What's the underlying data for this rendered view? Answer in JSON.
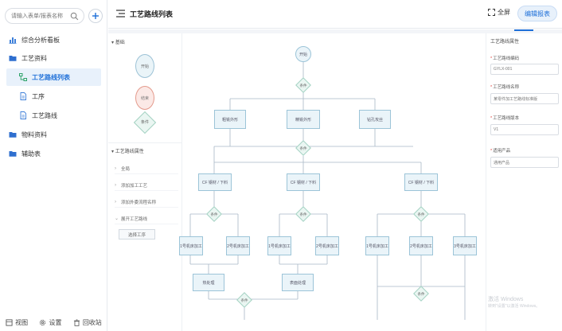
{
  "sidebar": {
    "search": {
      "placeholder": "请输入表单/报表名称"
    },
    "items": [
      {
        "label": "综合分析看板",
        "icon": "bar-chart-icon"
      },
      {
        "label": "工艺资料",
        "icon": "folder-icon"
      },
      {
        "label": "工艺路线列表",
        "icon": "flow-icon",
        "active": true
      },
      {
        "label": "工序",
        "icon": "document-icon"
      },
      {
        "label": "工艺路线",
        "icon": "document-icon"
      },
      {
        "label": "物料资料",
        "icon": "folder-icon"
      },
      {
        "label": "辅助表",
        "icon": "folder-icon"
      }
    ],
    "bottom": [
      {
        "label": "视图",
        "icon": "view-icon"
      },
      {
        "label": "设置",
        "icon": "gear-icon"
      },
      {
        "label": "回收站",
        "icon": "trash-icon"
      }
    ]
  },
  "header": {
    "title": "工艺路线列表",
    "fullscreen_label": "全屏",
    "edit_label": "编辑报表"
  },
  "colors": {
    "accent": "#1d6fd8",
    "active_bg": "#e8f1fb",
    "node_fill": "#eaf4f9",
    "node_stroke": "#9cc4d8",
    "end_fill": "#fbe9e6",
    "end_stroke": "#e49a8c",
    "cond_fill": "#eaf6f2"
  },
  "palette": {
    "head": "基础",
    "shapes": {
      "start": "开始",
      "end": "结束",
      "condition": "条件"
    },
    "group_head": "工艺路线属性",
    "rows": [
      "全局",
      "添加加工工艺",
      "添加外委流程名称",
      "展开工艺路线"
    ],
    "button": "选择工序"
  },
  "graph": {
    "start": "开始",
    "cond": "条件",
    "level1": [
      "粗铣外形",
      "精铣外形",
      "钻孔攻丝"
    ],
    "level2": [
      "CF 钢材 / 下料",
      "CF 钢材 / 下料",
      "CF 钢材 / 下料"
    ],
    "level3": [
      "1号机床加工",
      "2号机床加工",
      "1号机床加工",
      "2号机床加工",
      "1号机床加工",
      "2号机床加工",
      "3号机床加工"
    ],
    "level4": [
      "热处理",
      "表面处理"
    ]
  },
  "props": {
    "title": "工艺路线属性",
    "fields": [
      {
        "label": "工艺路线编码",
        "value": "GYLX-001"
      },
      {
        "label": "工艺路线名称",
        "value": "某零件加工艺路线标准版"
      },
      {
        "label": "工艺路线版本",
        "value": "V1"
      },
      {
        "label": "适用产品",
        "value": "通用产品"
      }
    ],
    "watermark": {
      "line1": "激活 Windows",
      "line2": "转到\"设置\"以激活 Windows。"
    }
  }
}
